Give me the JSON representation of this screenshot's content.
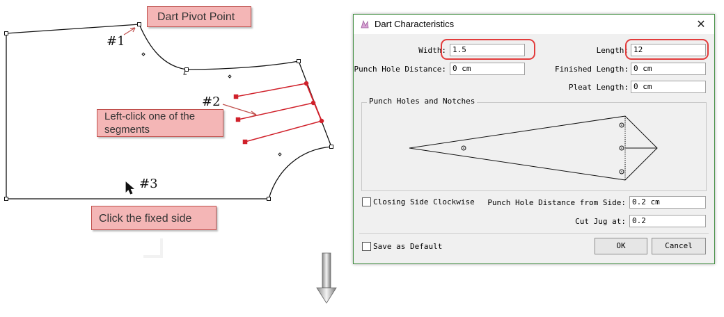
{
  "callouts": {
    "pivot": "Dart Pivot Point",
    "segments": "Left-click one of the segments",
    "fixed_side": "Click the fixed side"
  },
  "annotations": {
    "n1": "#1",
    "n2": "#2",
    "n3": "#3"
  },
  "dialog": {
    "title": "Dart Characteristics",
    "close": "✕",
    "fields": {
      "width_label": "Width:",
      "width_value": "1.5",
      "length_label": "Length:",
      "length_value": "12",
      "punch_hole_distance_label": "Punch Hole Distance:",
      "punch_hole_distance_value": "0 cm",
      "finished_length_label": "Finished Length:",
      "finished_length_value": "0 cm",
      "pleat_length_label": "Pleat Length:",
      "pleat_length_value": "0 cm"
    },
    "group_title": "Punch Holes and Notches",
    "closing_side_clockwise": "Closing Side Clockwise",
    "punch_from_side_label": "Punch Hole Distance from Side:",
    "punch_from_side_value": "0.2 cm",
    "cut_jug_label": "Cut Jug at:",
    "cut_jug_value": "0.2",
    "save_default": "Save as Default",
    "ok": "OK",
    "cancel": "Cancel"
  },
  "colors": {
    "accent_red": "#d0202a",
    "highlight": "#e23b3b",
    "callout_bg": "#f4b6b6",
    "dialog_border": "#3f8d3f"
  }
}
